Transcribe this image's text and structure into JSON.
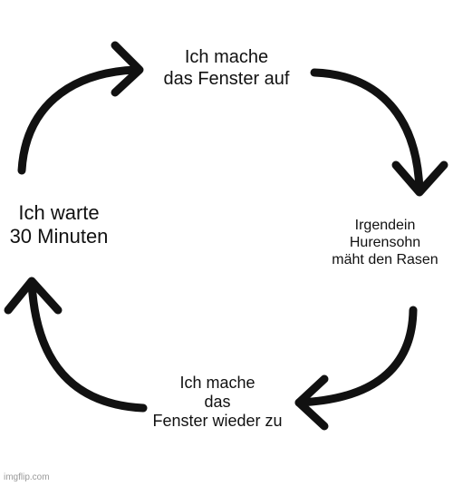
{
  "cycle": {
    "steps": [
      {
        "text": "Ich mache\ndas Fenster auf"
      },
      {
        "text": "Irgendein\nHurensohn\nmäht den Rasen"
      },
      {
        "text": "Ich mache\ndas\nFenster wieder zu"
      },
      {
        "text": "Ich warte\n30 Minuten"
      }
    ]
  },
  "colors": {
    "arrow": "#111111",
    "text": "#111111",
    "watermark": "#9a9a9a"
  },
  "watermark": "imgflip.com"
}
